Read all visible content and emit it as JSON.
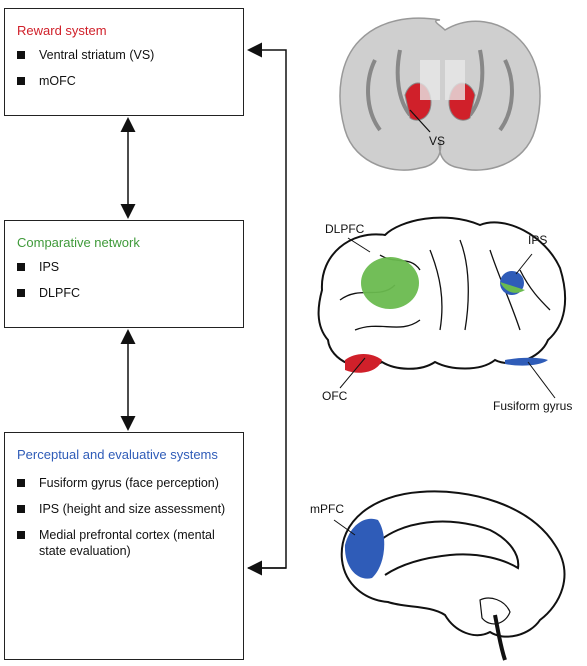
{
  "colors": {
    "reward": "#d0202a",
    "comparative": "#3f9a3a",
    "perceptual": "#2f5cb8"
  },
  "boxes": {
    "reward": {
      "title": "Reward system",
      "items": [
        "Ventral striatum (VS)",
        "mOFC"
      ]
    },
    "comparative": {
      "title": "Comparative network",
      "items": [
        "IPS",
        "DLPFC"
      ]
    },
    "perceptual": {
      "title": "Perceptual and evaluative systems",
      "items": [
        "Fusiform gyrus (face perception)",
        "IPS (height and size assessment)",
        "Medial prefrontal cortex (mental state evaluation)"
      ]
    }
  },
  "brain_labels": {
    "vs": "VS",
    "dlpfc": "DLPFC",
    "ips": "IPS",
    "ofc": "OFC",
    "fusiform": "Fusiform gyrus",
    "mpfc": "mPFC"
  }
}
